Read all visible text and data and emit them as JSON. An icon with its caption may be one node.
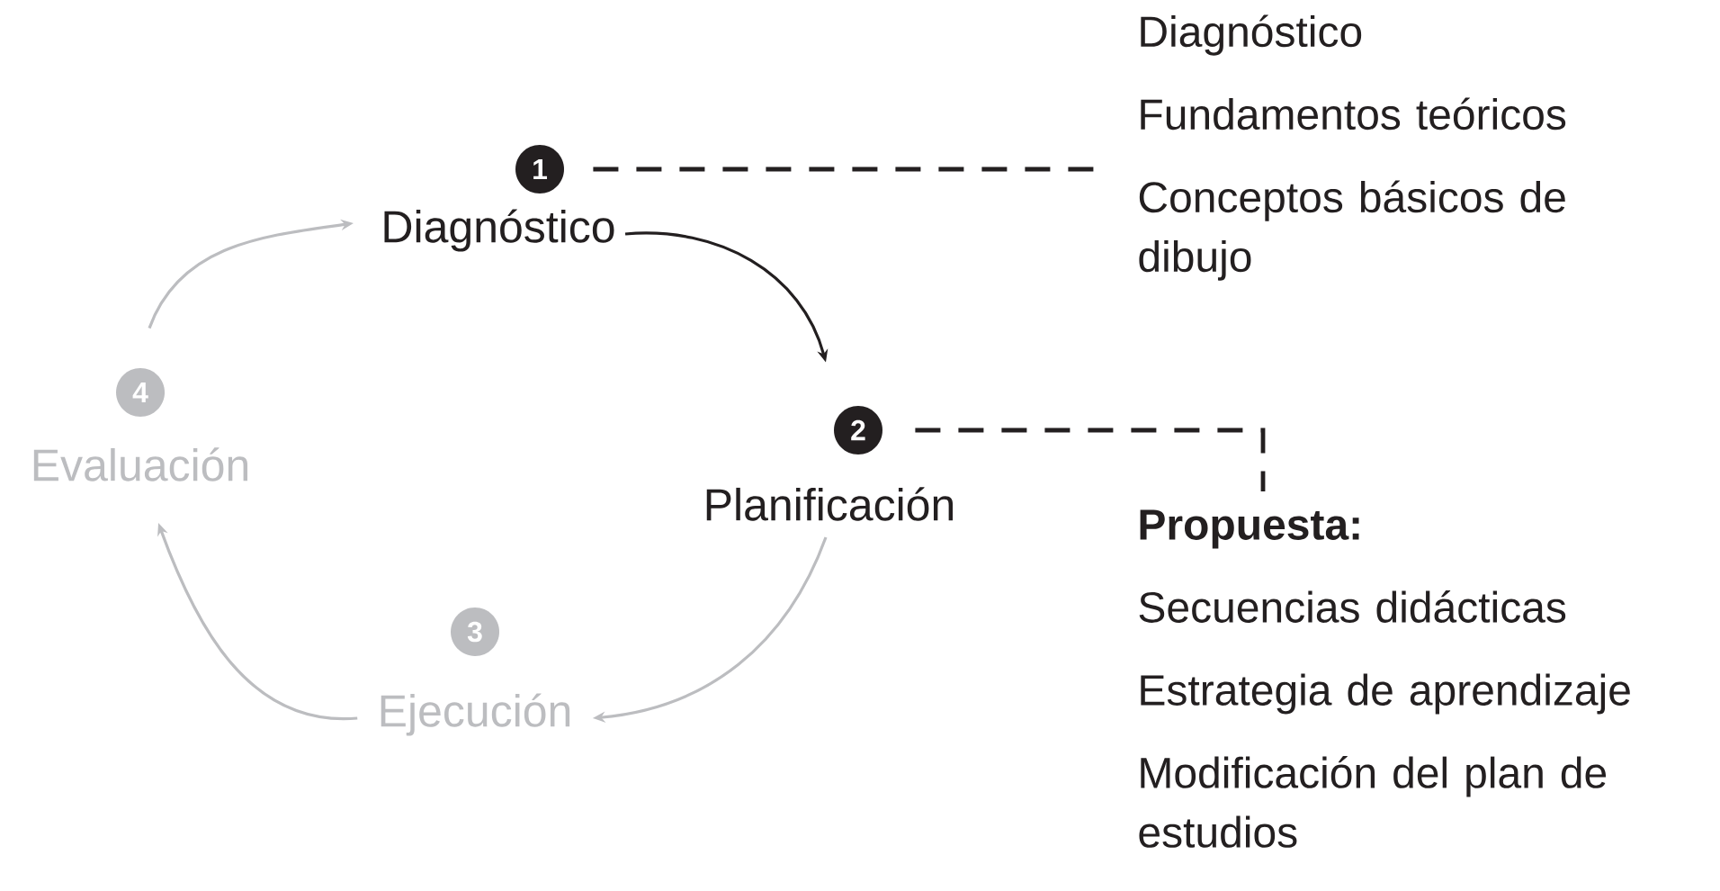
{
  "diagram": {
    "nodes": [
      {
        "text": [
          "1",
          "Diagnóstico"
        ]
      },
      {
        "text": [
          "2",
          "Planificación"
        ]
      },
      {
        "text": [
          "3",
          "Ejecución"
        ]
      },
      {
        "text": [
          "4",
          "Evaluación"
        ]
      },
      {
        "text": [
          "Diagnóstico",
          "Fundamentos teóricos",
          "Conceptos básicos de dibujo"
        ]
      },
      {
        "text": [
          "Propuesta:",
          "Secuencias didácticas",
          "Estrategia de aprendizaje",
          "Modificación del plan de estudios"
        ]
      }
    ],
    "edges": [
      {
        "from": 0,
        "to": 1,
        "arrow": "to",
        "color": "#231f20"
      },
      {
        "from": 1,
        "to": 2,
        "arrow": "to",
        "color": "#bcbdc0"
      },
      {
        "from": 2,
        "to": 3,
        "arrow": "to",
        "color": "#bcbdc0"
      },
      {
        "from": 3,
        "to": 0,
        "arrow": "to",
        "color": "#bcbdc0"
      },
      {
        "from": 0,
        "to": 4,
        "arrow": "none",
        "style": "dashed",
        "color": "#231f20"
      },
      {
        "from": 1,
        "to": 5,
        "arrow": "none",
        "style": "dashed",
        "color": "#231f20"
      }
    ]
  }
}
